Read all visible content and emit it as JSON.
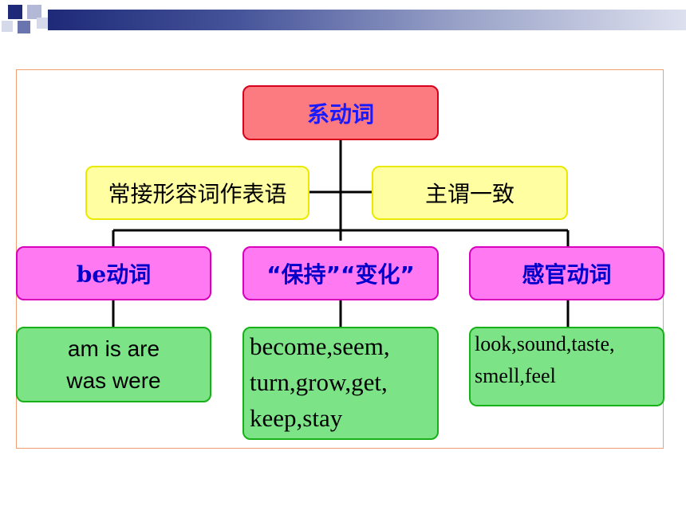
{
  "diagram": {
    "root": "系动词",
    "left_feature": "常接形容词作表语",
    "right_feature": "主谓一致",
    "categories": [
      {
        "label": "be动词",
        "examples": [
          "am is are",
          "was were"
        ]
      },
      {
        "label": "“保持”“变化”",
        "examples": [
          "become,seem,",
          "turn,grow,get,",
          "keep,stay"
        ]
      },
      {
        "label": "感官动词",
        "examples": [
          "look,sound,taste,",
          "smell,feel"
        ]
      }
    ]
  },
  "colors": {
    "root_fill": "#fb7b80",
    "feature_fill": "#fffea0",
    "category_fill": "#ff7af2",
    "example_fill": "#7ce386",
    "frame_border": "#f0a070"
  }
}
